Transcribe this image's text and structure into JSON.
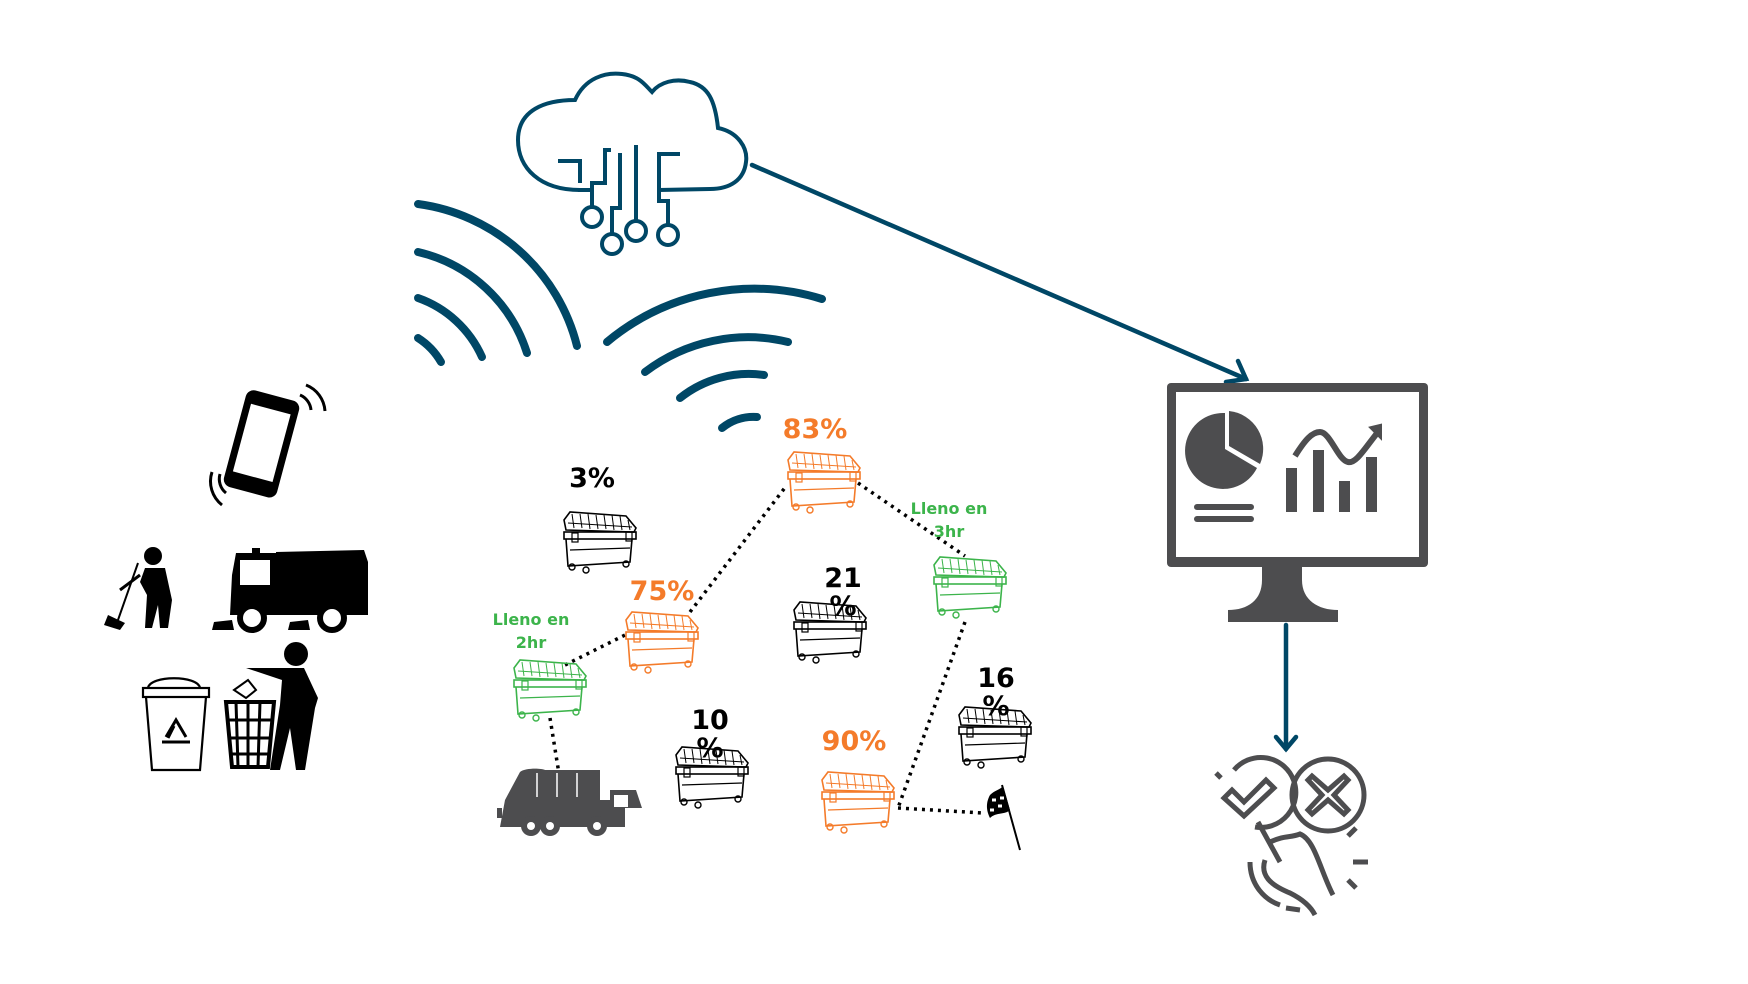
{
  "colors": {
    "cloud_blue": "#004766",
    "icon_gray": "#4d4d4f",
    "orange": "#f47b2a",
    "green": "#3cb44b",
    "black": "#000000",
    "white": "#ffffff"
  },
  "diagram": {
    "title": "Smart waste collection IoT diagram",
    "cloud": {
      "icon": "cloud-circuit-icon"
    },
    "wifi_signal": {
      "icon": "wifi-signal-icon"
    },
    "dashboard": {
      "icon": "monitor-dashboard-icon"
    },
    "decision": {
      "icon": "approve-reject-touch-icon"
    },
    "left_icons": [
      "smartphone-vibrate-icon",
      "street-sweeper-worker-icon",
      "street-sweeper-truck-icon",
      "recycle-bin-icon",
      "litter-basket-person-icon"
    ],
    "garbage_truck": {
      "icon": "garbage-truck-icon"
    },
    "finish": {
      "icon": "checkered-flag-icon"
    },
    "containers": [
      {
        "id": "bin-3",
        "label": "3%",
        "status": "low",
        "color": "black"
      },
      {
        "id": "bin-83",
        "label": "83%",
        "status": "high",
        "color": "orange"
      },
      {
        "id": "bin-75",
        "label": "75%",
        "status": "high",
        "color": "orange"
      },
      {
        "id": "bin-2hr",
        "label": "Lleno en 2hr",
        "label_lines": [
          "Lleno en",
          "2hr"
        ],
        "status": "forecast",
        "color": "green"
      },
      {
        "id": "bin-21",
        "label": "21%",
        "label_lines": [
          "21",
          "%"
        ],
        "status": "low",
        "color": "black"
      },
      {
        "id": "bin-3hr",
        "label": "Lleno en 3hr",
        "label_lines": [
          "Lleno en",
          "3hr"
        ],
        "status": "forecast",
        "color": "green"
      },
      {
        "id": "bin-10",
        "label": "10%",
        "label_lines": [
          "10",
          "%"
        ],
        "status": "low",
        "color": "black"
      },
      {
        "id": "bin-16",
        "label": "16%",
        "label_lines": [
          "16",
          "%"
        ],
        "status": "low",
        "color": "black"
      },
      {
        "id": "bin-90",
        "label": "90%",
        "status": "high",
        "color": "orange"
      }
    ],
    "route_order": [
      "garbage-truck",
      "bin-2hr",
      "bin-75",
      "bin-83",
      "bin-3hr",
      "bin-90",
      "finish-flag"
    ]
  }
}
